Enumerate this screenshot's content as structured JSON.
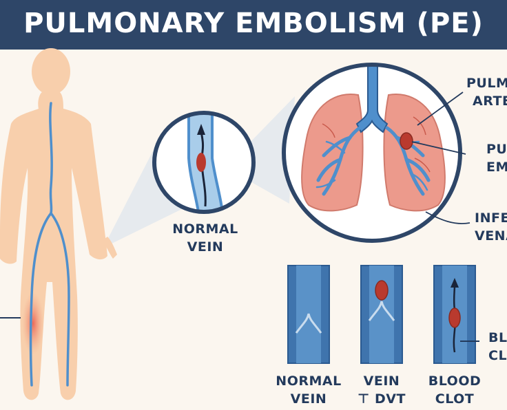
{
  "title": "PULMONARY EMBOLISM (PE)",
  "colors": {
    "header": "#2e4668",
    "skin": "#f8cfac",
    "vein": "#4f8fcc",
    "vein_dark": "#2b5a90",
    "clot": "#b93a2e",
    "lung": "#ec9a8c",
    "label": "#233a5c"
  },
  "labels": {
    "normal_vein_inset_1": "NORMAL",
    "normal_vein_inset_2": "VEIN",
    "pulmonary_artery_1": "PULMO",
    "pulmonary_artery_2": "ARTE",
    "pulmonary_embolism_1": "PU",
    "pulmonary_embolism_2": "EM",
    "inferior_vena_cava_1": "INFE",
    "inferior_vena_cava_2": "VENA",
    "panel_normal_1": "NORMAL",
    "panel_normal_2": "VEIN",
    "panel_dvt_1": "VEIN",
    "panel_dvt_2": "⊤ DVT",
    "panel_clot_1": "BLOOD",
    "panel_clot_2": "CLOT",
    "blood_clot_side_1": "BL",
    "blood_clot_side_2": "CL"
  },
  "icons": [
    "human-body-icon",
    "lungs-icon",
    "vein-icon",
    "blood-clot-icon"
  ]
}
